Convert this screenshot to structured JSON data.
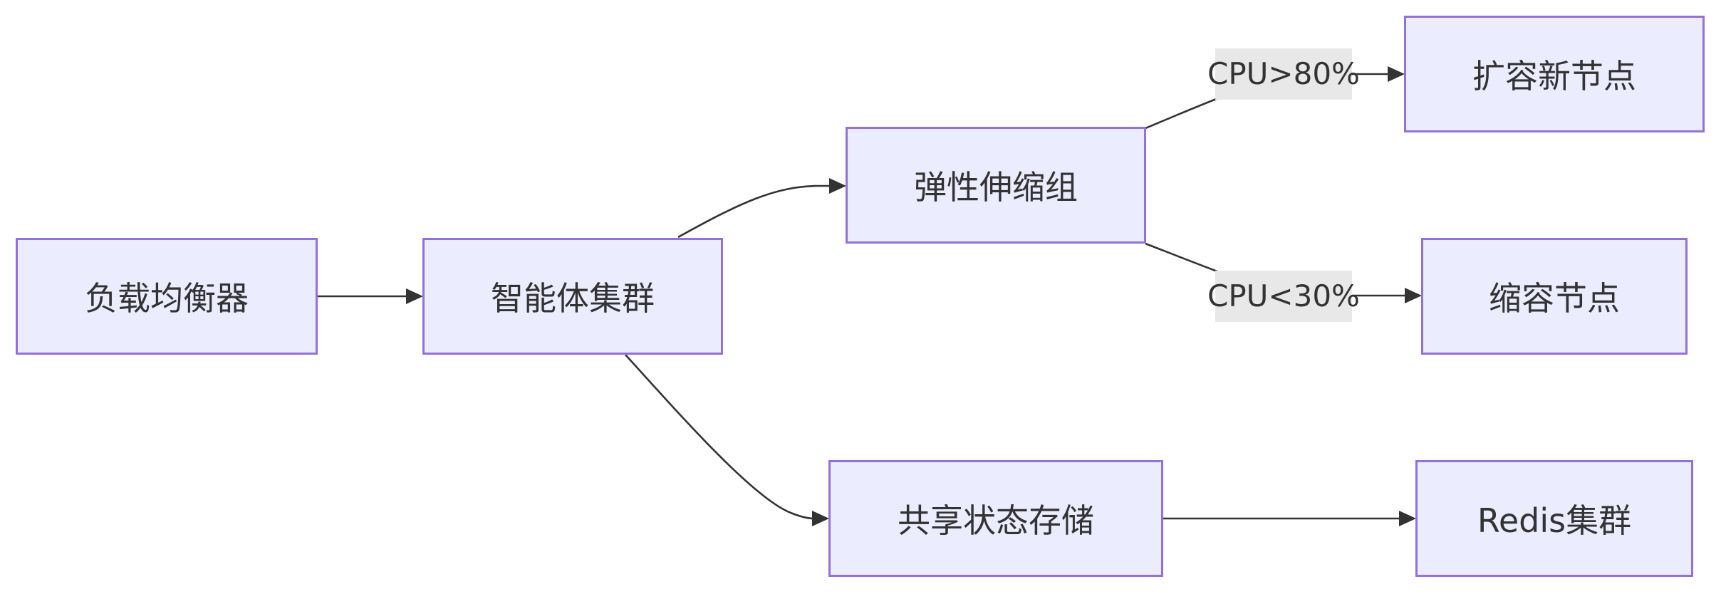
{
  "colors": {
    "node_fill": "#ececff",
    "node_border": "#9370db",
    "edge": "#333333",
    "label_bg": "#e8e8e8",
    "text": "#333333"
  },
  "nodes": {
    "load_balancer": "负载均衡器",
    "agent_cluster": "智能体集群",
    "elastic_group": "弹性伸缩组",
    "scale_out": "扩容新节点",
    "scale_in": "缩容节点",
    "shared_state": "共享状态存储",
    "redis_cluster": "Redis集群"
  },
  "edge_labels": {
    "cpu_high": "CPU>80%",
    "cpu_low": "CPU<30%"
  }
}
